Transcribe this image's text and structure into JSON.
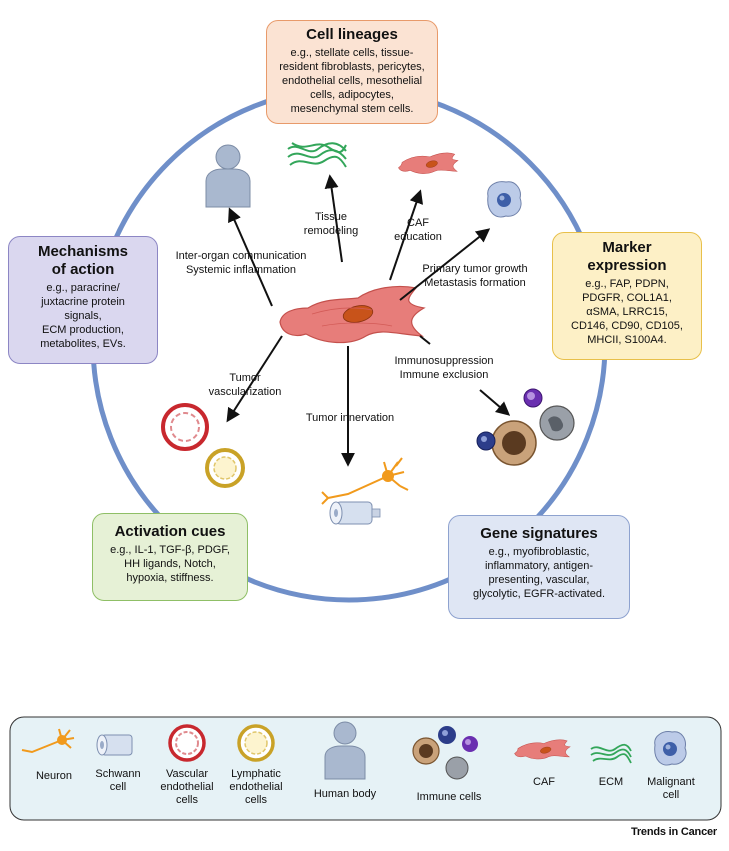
{
  "boxes": {
    "cell_lineages": {
      "title": "Cell lineages",
      "lines": [
        "e.g., stellate cells, tissue-",
        "resident fibroblasts, pericytes,",
        "endothelial cells, mesothelial",
        "cells, adipocytes,",
        "mesenchymal stem cells."
      ],
      "color": "#fbe3d3",
      "border": "#e89a6a"
    },
    "mechanisms": {
      "title_lines": [
        "Mechanisms",
        "of action"
      ],
      "lines": [
        "e.g., paracrine/",
        "juxtacrine protein",
        "signals,",
        "ECM production,",
        "metabolites, EVs."
      ],
      "color": "#dad7ef",
      "border": "#8c86c4"
    },
    "marker": {
      "title_lines": [
        "Marker",
        "expression"
      ],
      "lines": [
        "e.g., FAP, PDPN,",
        "PDGFR, COL1A1,",
        "αSMA, LRRC15,",
        "CD146, CD90, CD105,",
        "MHCII, S100A4."
      ],
      "color": "#fdf0c6",
      "border": "#e8c04a"
    },
    "activation": {
      "title": "Activation cues",
      "lines": [
        "e.g., IL-1, TGF-β, PDGF,",
        "HH ligands, Notch,",
        "hypoxia, stiffness."
      ],
      "color": "#e6f1d6",
      "border": "#8fbf66"
    },
    "gene": {
      "title": "Gene signatures",
      "lines": [
        "e.g., myofibroblastic,",
        "inflammatory, antigen-",
        "presenting, vascular,",
        "glycolytic, EGFR-activated."
      ],
      "color": "#dfe6f4",
      "border": "#8ea2cf"
    }
  },
  "labels": {
    "tissue_remodeling": [
      "Tissue",
      "remodeling"
    ],
    "caf_education": [
      "CAF",
      "education"
    ],
    "inter_organ": [
      "Inter-organ communication",
      "Systemic inflammation"
    ],
    "primary_tumor": [
      "Primary tumor growth",
      "Metastasis formation"
    ],
    "immunosuppression": [
      "Immunosuppression",
      "Immune exclusion"
    ],
    "tumor_vascularization": [
      "Tumor",
      "vascularization"
    ],
    "tumor_innervation": [
      "Tumor innervation"
    ]
  },
  "legend": {
    "neuron": "Neuron",
    "schwann": [
      "Schwann",
      "cell"
    ],
    "vascular": [
      "Vascular",
      "endothelial",
      "cells"
    ],
    "lymphatic": [
      "Lymphatic",
      "endothelial",
      "cells"
    ],
    "human_body": "Human body",
    "immune": "Immune cells",
    "caf": "CAF",
    "ecm": "ECM",
    "malignant": [
      "Malignant",
      "cell"
    ]
  },
  "brand": "Trends in Cancer",
  "colors": {
    "ring": "#6f8fc9",
    "caf": "#e77d7a",
    "ecm": "#33a65a",
    "vascular": "#c8282e",
    "lymphatic": "#c9a227",
    "neuron": "#f19a1c",
    "legend_bg": "#e6f2f6"
  },
  "icons": [
    "human-body-icon",
    "ecm-icon",
    "caf-icon",
    "malignant-cell-icon",
    "immune-cells-icon",
    "neuron-icon",
    "schwann-cell-icon",
    "vascular-endothelial-icon",
    "lymphatic-endothelial-icon"
  ]
}
